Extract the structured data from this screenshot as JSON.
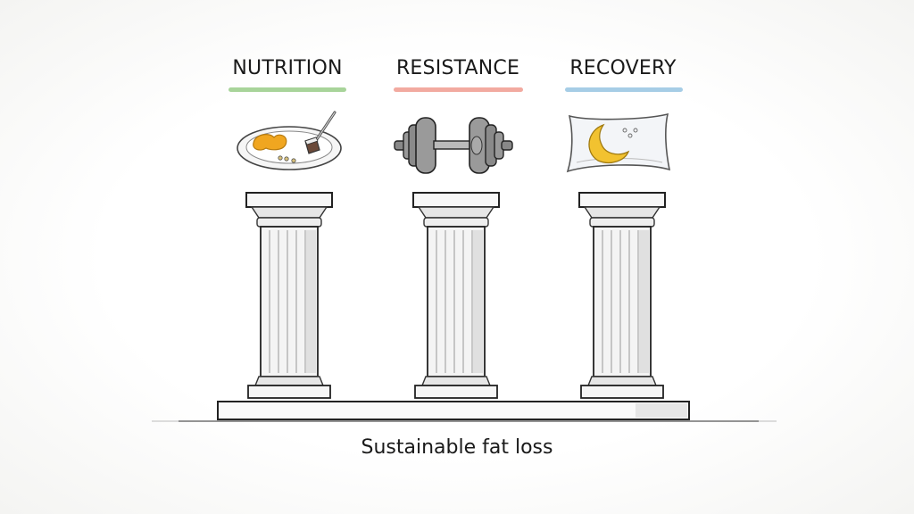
{
  "pillars": [
    {
      "label": "NUTRITION",
      "accent": "#a8d49a",
      "icon": "plate-icon"
    },
    {
      "label": "RESISTANCE",
      "accent": "#f2aaa0",
      "icon": "dumbbell-icon"
    },
    {
      "label": "RECOVERY",
      "accent": "#a6cde6",
      "icon": "pillow-moon-icon"
    }
  ],
  "foundation": {
    "caption": "Sustainable fat loss"
  }
}
